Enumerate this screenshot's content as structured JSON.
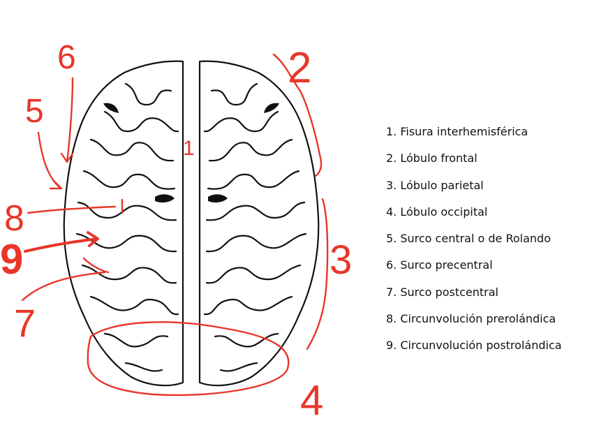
{
  "colors": {
    "annotation": "#e8362a",
    "outline": "#111111",
    "background": "#ffffff"
  },
  "markers": [
    "1",
    "2",
    "3",
    "4",
    "5",
    "6",
    "7",
    "8",
    "9"
  ],
  "legend": [
    "1. Fisura interhemisférica",
    "2. Lóbulo frontal",
    "3. Lóbulo parietal",
    "4. Lóbulo occipital",
    "5. Surco central o de Rolando",
    "6. Surco precentral",
    "7. Surco postcentral",
    "8. Circunvolución prerolándica",
    "9. Circunvolución postrolándica"
  ]
}
